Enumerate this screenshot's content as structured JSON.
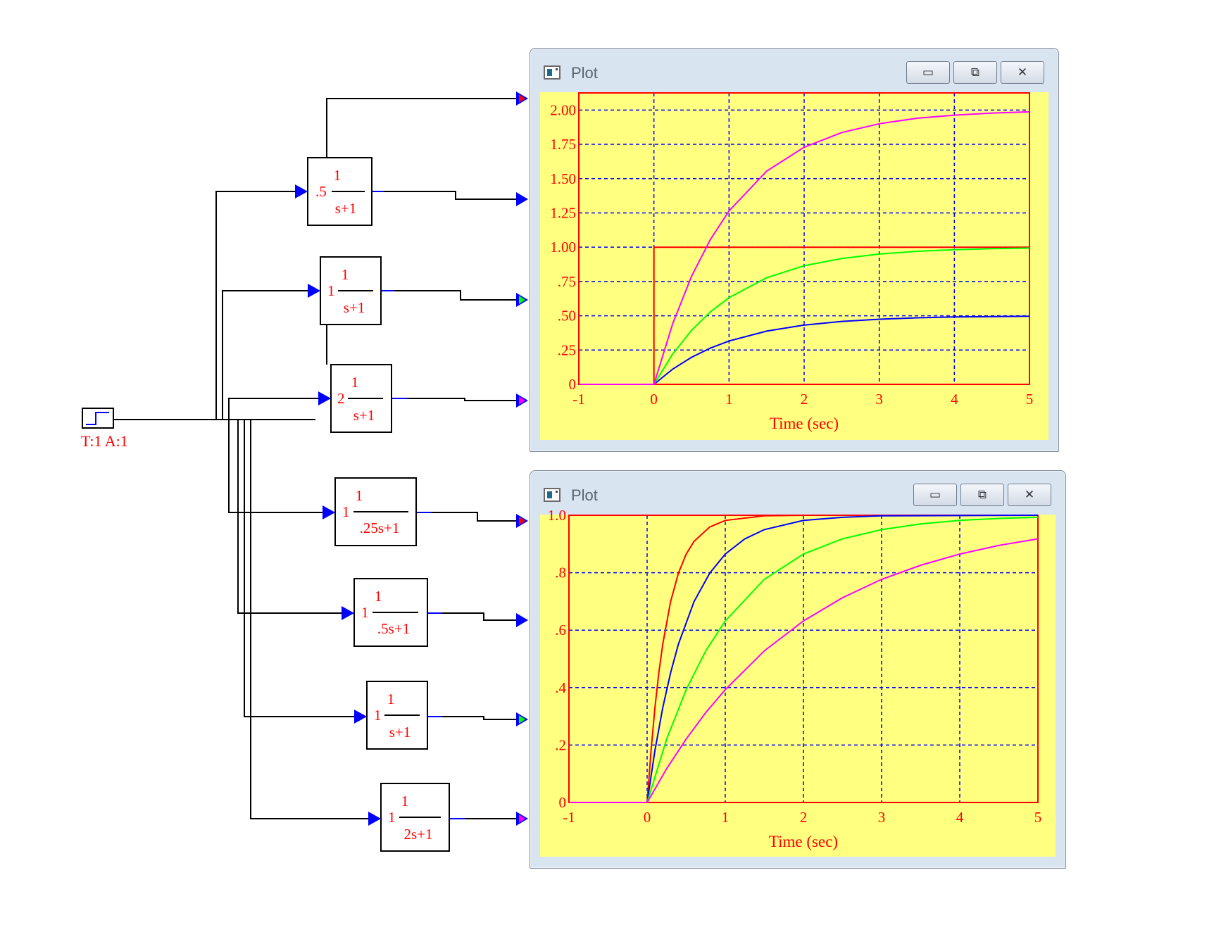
{
  "step_source": {
    "label": "T:1 A:1"
  },
  "blocks": [
    {
      "gain": ".5",
      "num": "1",
      "den": "s+1"
    },
    {
      "gain": "1",
      "num": "1",
      "den": "s+1"
    },
    {
      "gain": "2",
      "num": "1",
      "den": "s+1"
    },
    {
      "gain": "1",
      "num": "1",
      "den": ".25s+1"
    },
    {
      "gain": "1",
      "num": "1",
      "den": ".5s+1"
    },
    {
      "gain": "1",
      "num": "1",
      "den": "s+1"
    },
    {
      "gain": "1",
      "num": "1",
      "den": "2s+1"
    }
  ],
  "colors": {
    "red": "#ff0000",
    "blue": "#0000ff",
    "green": "#00ff00",
    "magenta": "#ff00ff",
    "plot_bg": "#ffff80",
    "wire": "#000000",
    "label": "#ff0000"
  },
  "plots": [
    {
      "title": "Plot",
      "buttons": {
        "minimize": "▭",
        "restore": "⧉",
        "close": "✕"
      },
      "chart_data": {
        "type": "line",
        "xlabel": "Time (sec)",
        "xlim": [
          -1,
          5
        ],
        "ylim": [
          0,
          2.125
        ],
        "xticks": [
          "-1",
          "0",
          "1",
          "2",
          "3",
          "4",
          "5"
        ],
        "yticks": [
          {
            "v": 0,
            "t": "0"
          },
          {
            "v": 0.25,
            "t": ".25"
          },
          {
            "v": 0.5,
            "t": ".50"
          },
          {
            "v": 0.75,
            "t": ".75"
          },
          {
            "v": 1.0,
            "t": "1.00"
          },
          {
            "v": 1.25,
            "t": "1.25"
          },
          {
            "v": 1.5,
            "t": "1.50"
          },
          {
            "v": 1.75,
            "t": "1.75"
          },
          {
            "v": 2.0,
            "t": "2.00"
          }
        ],
        "grid": true,
        "series": [
          {
            "color": "#ff0000",
            "points": [
              [
                -1,
                0
              ],
              [
                0,
                0
              ],
              [
                0,
                1
              ],
              [
                5,
                1
              ]
            ]
          },
          {
            "color": "#0000ff",
            "points": [
              [
                -1,
                0
              ],
              [
                0,
                0
              ],
              [
                0.25,
                0.111
              ],
              [
                0.5,
                0.197
              ],
              [
                0.75,
                0.264
              ],
              [
                1,
                0.316
              ],
              [
                1.5,
                0.388
              ],
              [
                2,
                0.432
              ],
              [
                2.5,
                0.459
              ],
              [
                3,
                0.475
              ],
              [
                3.5,
                0.485
              ],
              [
                4,
                0.491
              ],
              [
                4.5,
                0.494
              ],
              [
                5,
                0.497
              ]
            ]
          },
          {
            "color": "#00ff00",
            "points": [
              [
                -1,
                0
              ],
              [
                0,
                0
              ],
              [
                0.25,
                0.221
              ],
              [
                0.5,
                0.393
              ],
              [
                0.75,
                0.528
              ],
              [
                1,
                0.632
              ],
              [
                1.5,
                0.777
              ],
              [
                2,
                0.865
              ],
              [
                2.5,
                0.918
              ],
              [
                3,
                0.95
              ],
              [
                3.5,
                0.97
              ],
              [
                4,
                0.982
              ],
              [
                4.5,
                0.989
              ],
              [
                5,
                0.993
              ]
            ]
          },
          {
            "color": "#ff00ff",
            "points": [
              [
                -1,
                0
              ],
              [
                0,
                0
              ],
              [
                0.25,
                0.442
              ],
              [
                0.5,
                0.787
              ],
              [
                0.75,
                1.055
              ],
              [
                1,
                1.264
              ],
              [
                1.5,
                1.554
              ],
              [
                2,
                1.729
              ],
              [
                2.5,
                1.836
              ],
              [
                3,
                1.9
              ],
              [
                3.5,
                1.94
              ],
              [
                4,
                1.963
              ],
              [
                4.5,
                1.978
              ],
              [
                5,
                1.987
              ]
            ]
          }
        ]
      }
    },
    {
      "title": "Plot",
      "buttons": {
        "minimize": "▭",
        "restore": "⧉",
        "close": "✕"
      },
      "chart_data": {
        "type": "line",
        "xlabel": "Time (sec)",
        "xlim": [
          -1,
          5
        ],
        "ylim": [
          0,
          1.0
        ],
        "xticks": [
          "-1",
          "0",
          "1",
          "2",
          "3",
          "4",
          "5"
        ],
        "yticks": [
          {
            "v": 0,
            "t": "0"
          },
          {
            "v": 0.2,
            "t": ".2"
          },
          {
            "v": 0.4,
            "t": ".4"
          },
          {
            "v": 0.6,
            "t": ".6"
          },
          {
            "v": 0.8,
            "t": ".8"
          },
          {
            "v": 1.0,
            "t": "1.0"
          }
        ],
        "grid": true,
        "series": [
          {
            "color": "#ff0000",
            "points": [
              [
                -1,
                0
              ],
              [
                0,
                0
              ],
              [
                0.05,
                0.181
              ],
              [
                0.1,
                0.33
              ],
              [
                0.15,
                0.451
              ],
              [
                0.2,
                0.551
              ],
              [
                0.3,
                0.699
              ],
              [
                0.4,
                0.798
              ],
              [
                0.5,
                0.865
              ],
              [
                0.6,
                0.909
              ],
              [
                0.8,
                0.959
              ],
              [
                1,
                0.982
              ],
              [
                1.5,
                0.998
              ],
              [
                2,
                1.0
              ],
              [
                5,
                1.0
              ]
            ]
          },
          {
            "color": "#0000ff",
            "points": [
              [
                -1,
                0
              ],
              [
                0,
                0
              ],
              [
                0.1,
                0.181
              ],
              [
                0.2,
                0.33
              ],
              [
                0.3,
                0.451
              ],
              [
                0.4,
                0.551
              ],
              [
                0.6,
                0.699
              ],
              [
                0.8,
                0.798
              ],
              [
                1,
                0.865
              ],
              [
                1.25,
                0.918
              ],
              [
                1.5,
                0.95
              ],
              [
                2,
                0.982
              ],
              [
                2.5,
                0.993
              ],
              [
                3,
                0.998
              ],
              [
                5,
                1.0
              ]
            ]
          },
          {
            "color": "#00ff00",
            "points": [
              [
                -1,
                0
              ],
              [
                0,
                0
              ],
              [
                0.25,
                0.221
              ],
              [
                0.5,
                0.393
              ],
              [
                0.75,
                0.528
              ],
              [
                1,
                0.632
              ],
              [
                1.5,
                0.777
              ],
              [
                2,
                0.865
              ],
              [
                2.5,
                0.918
              ],
              [
                3,
                0.95
              ],
              [
                3.5,
                0.97
              ],
              [
                4,
                0.982
              ],
              [
                4.5,
                0.989
              ],
              [
                5,
                0.993
              ]
            ]
          },
          {
            "color": "#ff00ff",
            "points": [
              [
                -1,
                0
              ],
              [
                0,
                0
              ],
              [
                0.25,
                0.118
              ],
              [
                0.5,
                0.221
              ],
              [
                0.75,
                0.313
              ],
              [
                1,
                0.393
              ],
              [
                1.5,
                0.528
              ],
              [
                2,
                0.632
              ],
              [
                2.5,
                0.713
              ],
              [
                3,
                0.777
              ],
              [
                3.5,
                0.826
              ],
              [
                4,
                0.865
              ],
              [
                4.5,
                0.895
              ],
              [
                5,
                0.918
              ]
            ]
          }
        ]
      }
    }
  ]
}
